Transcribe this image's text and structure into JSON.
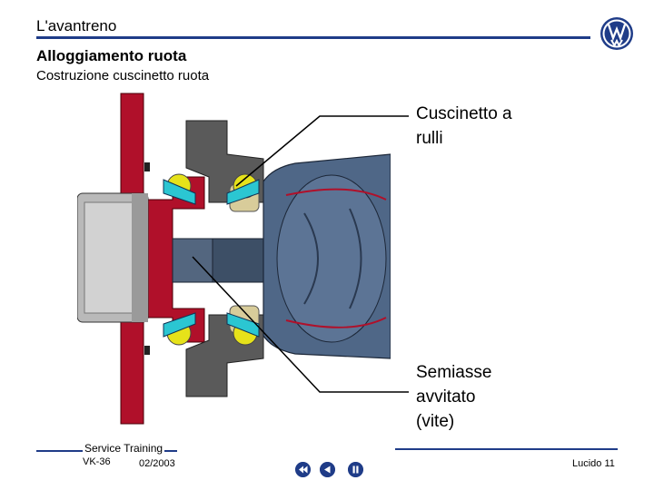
{
  "header": {
    "title": "L'avantreno",
    "logo_icon": "volkswagen-logo-icon"
  },
  "slide": {
    "title": "Alloggiamento ruota",
    "subtitle": "Costruzione cuscinetto ruota"
  },
  "callouts": [
    {
      "lines": [
        "Cuscinetto a",
        "rulli"
      ]
    },
    {
      "lines": [
        "Semiasse",
        "avvitato",
        "(vite)"
      ]
    }
  ],
  "footer": {
    "brand": "Service Training",
    "code": "VK-36",
    "date": "02/2003",
    "slide_number": "Lucido 11",
    "nav": {
      "first_icon": "rewind-icon",
      "prev_icon": "previous-icon",
      "pause_icon": "pause-icon"
    }
  },
  "colors": {
    "accent": "#1f3c88",
    "housing_red": "#b0102a",
    "bearing_yellow": "#e6e21a",
    "bearing_cyan": "#2bc6d2",
    "joint_blue": "#4f6787"
  }
}
